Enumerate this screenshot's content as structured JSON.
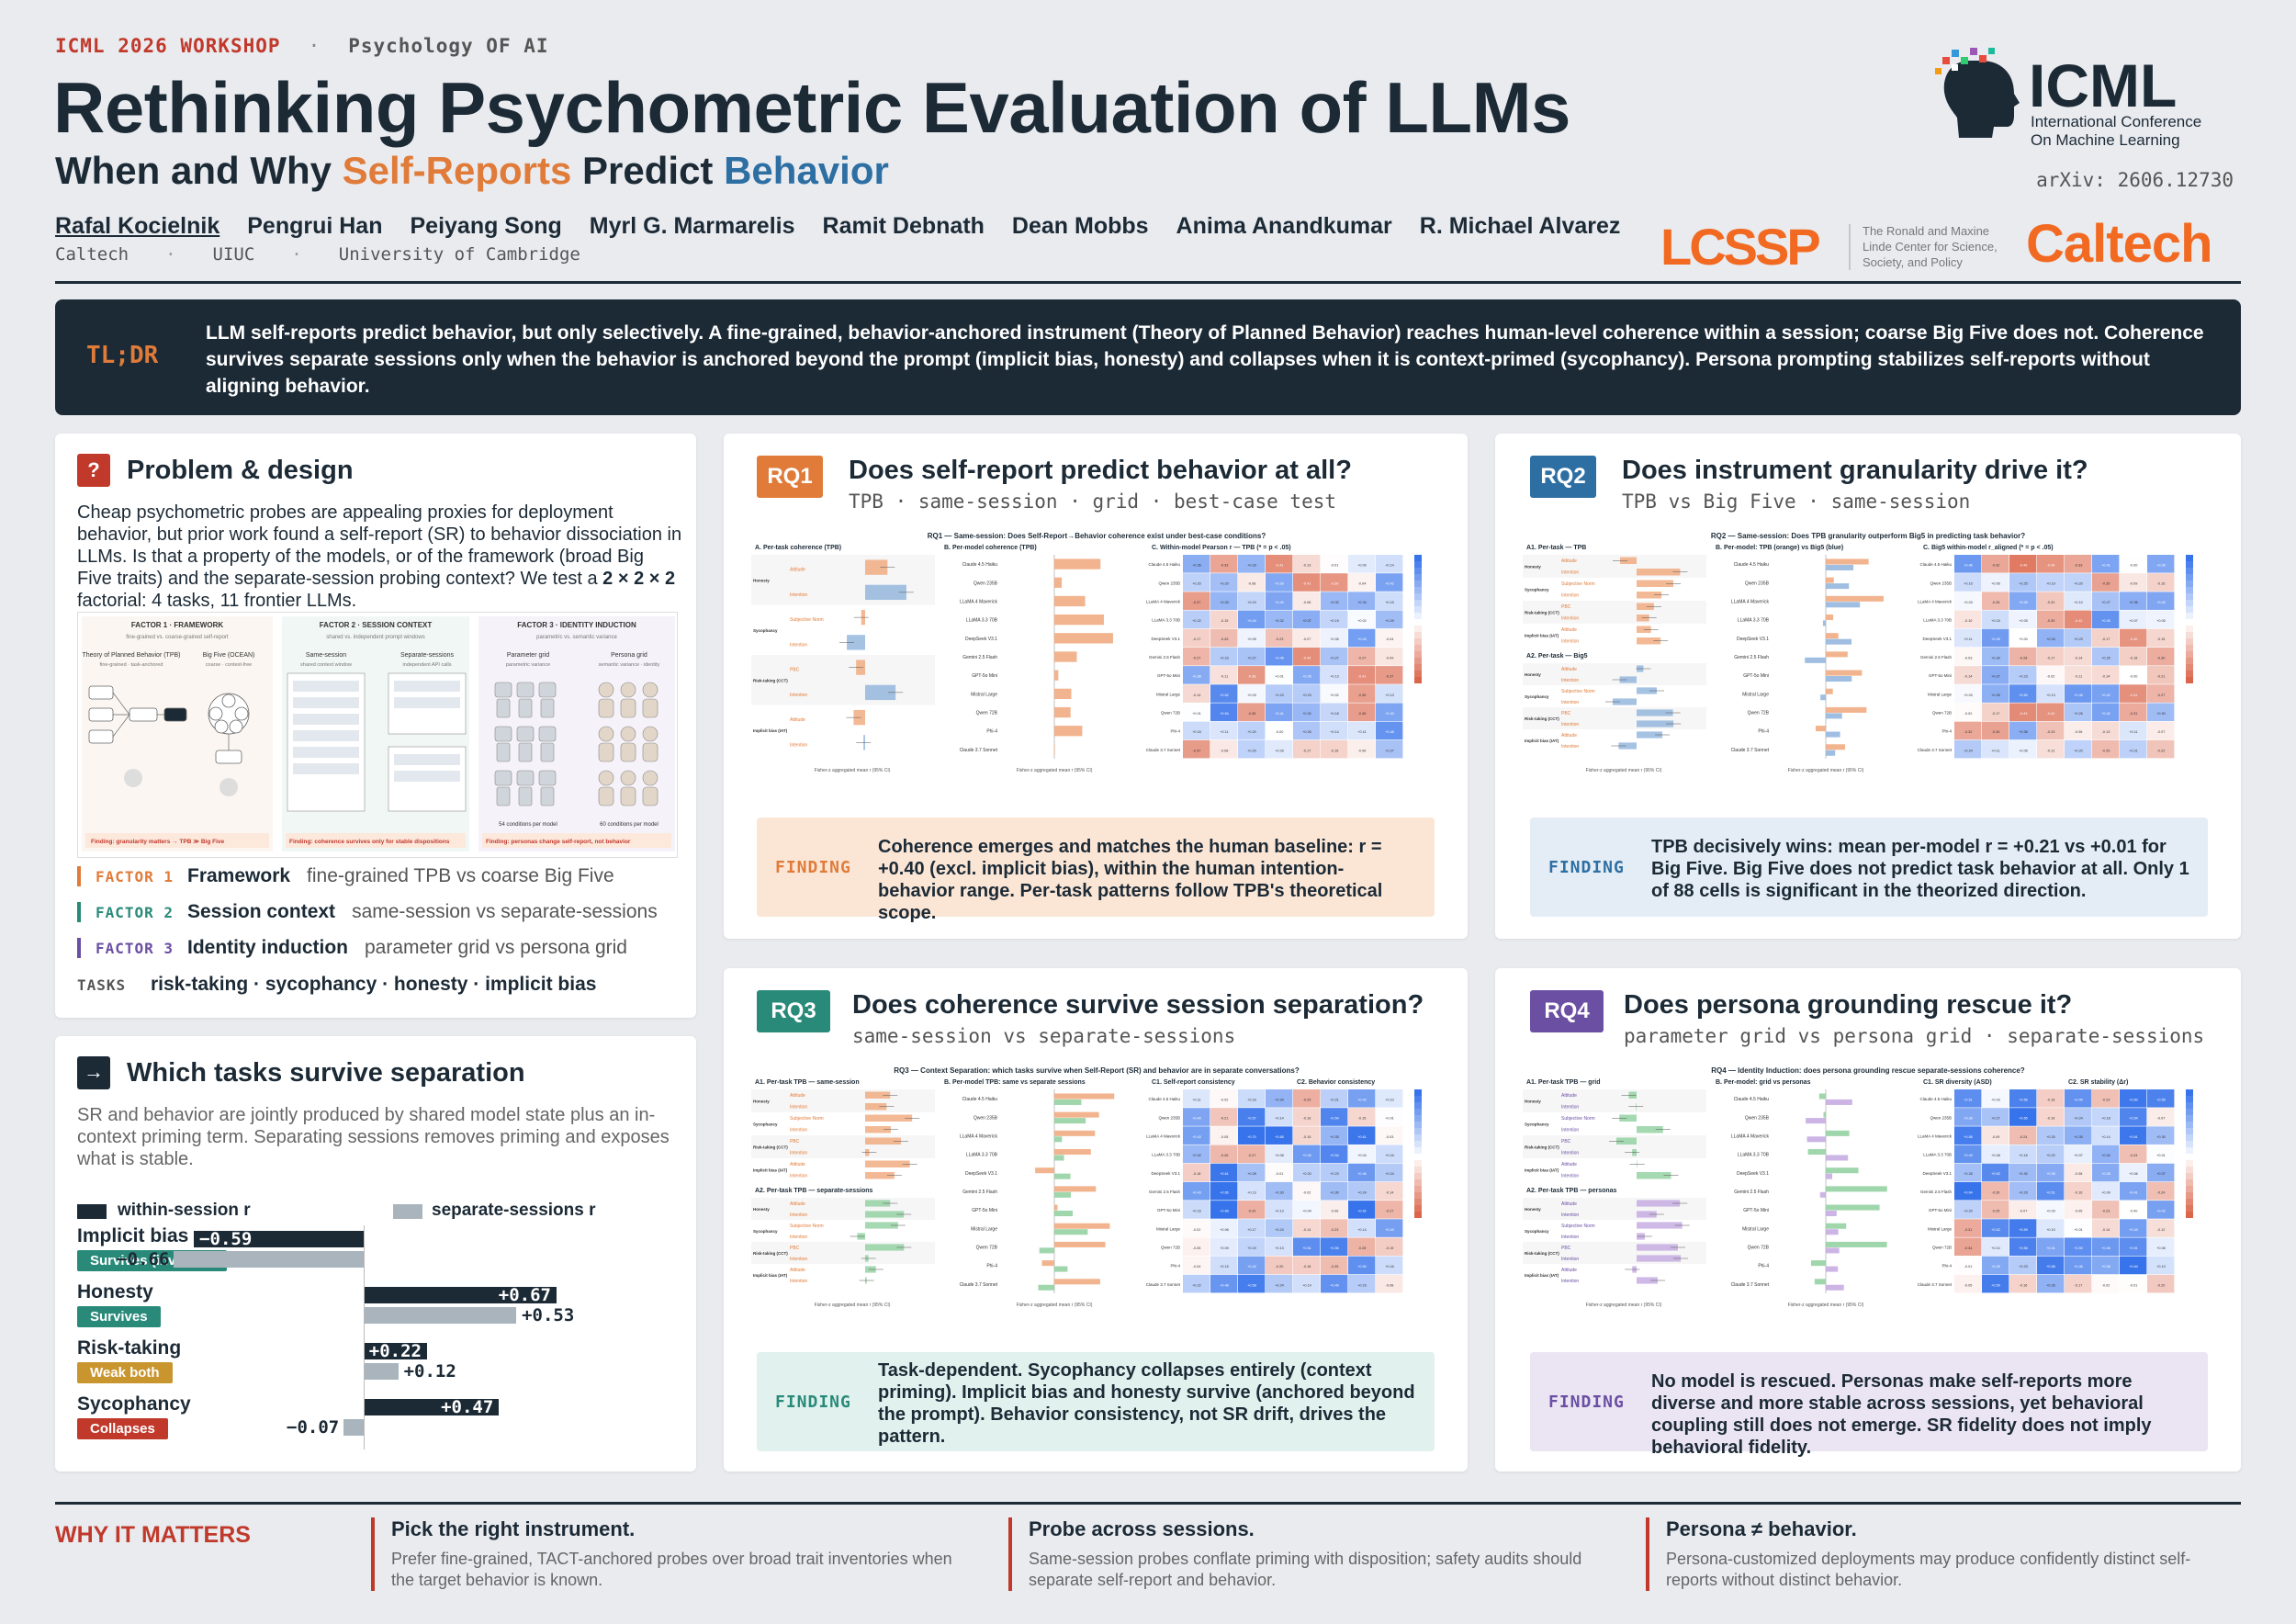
{
  "header": {
    "venue": "ICML 2026 WORKSHOP",
    "venue_sep": "·",
    "workshop": "Psychology OF AI",
    "title": "Rethinking Psychometric Evaluation of LLMs",
    "subtitle_pre": "When and Why ",
    "subtitle_sr": "Self-Reports",
    "subtitle_mid": " Predict ",
    "subtitle_beh": "Behavior",
    "authors": [
      "Rafal Kocielnik",
      "Pengrui Han",
      "Peiyang Song",
      "Myrl G. Marmarelis",
      "Ramit Debnath",
      "Dean Mobbs",
      "Anima Anandkumar",
      "R. Michael Alvarez"
    ],
    "affiliations": [
      "Caltech",
      "UIUC",
      "University of Cambridge"
    ],
    "affil_sep": "·",
    "arxiv": "arXiv: 2606.12730",
    "icml_logo_text": "ICML",
    "icml_logo_sub1": "International Conference",
    "icml_logo_sub2": "On Machine Learning",
    "lcssp_logo_text": "LCSSP",
    "lcssp_sub1": "The Ronald and Maxine",
    "lcssp_sub2": "Linde Center for Science,",
    "lcssp_sub3": "Society, and Policy",
    "caltech_logo_text": "Caltech"
  },
  "tldr": {
    "label": "TL;DR",
    "text": "LLM self-reports predict behavior, but only selectively. A fine-grained, behavior-anchored instrument (Theory of Planned Behavior) reaches human-level coherence within a session; coarse Big Five does not. Coherence survives separate sessions only when the behavior is anchored beyond the prompt (implicit bias, honesty) and collapses when it is context-primed (sycophancy). Persona prompting stabilizes self-reports without aligning behavior."
  },
  "problem": {
    "badge": "?",
    "title": "Problem & design",
    "body_1": "Cheap psychometric probes are appealing proxies for deployment behavior, but prior work found a self-report (SR) to behavior dissociation in LLMs. Is that a property of the models, or of the framework (broad Big Five traits) and the separate-session probing context? We test a ",
    "body_bold": "2 × 2 × 2",
    "body_2": " factorial: 4 tasks, 11 frontier LLMs.",
    "figure": {
      "f1_title": "FACTOR 1 · FRAMEWORK",
      "f1_sub": "fine-grained vs. coarse-grained self-report",
      "f1_a": "Theory of Planned Behavior (TPB)",
      "f1_a_sub": "fine-grained · task-anchored",
      "f1_b": "Big Five (OCEAN)",
      "f1_b_sub": "coarse · context-free",
      "f2_title": "FACTOR 2 · SESSION CONTEXT",
      "f2_sub": "shared vs. independent prompt windows",
      "f2_a": "Same-session",
      "f2_a_sub": "shared context window",
      "f2_b": "Separate-sessions",
      "f2_b_sub": "independent API calls",
      "f3_title": "FACTOR 3 · IDENTITY INDUCTION",
      "f3_sub": "parametric vs. semantic variance",
      "f3_a": "Parameter grid",
      "f3_a_sub": "parametric variance",
      "f3_b": "Persona grid",
      "f3_b_sub": "semantic variance · identity",
      "f1_finding": "Finding: granularity matters → TPB ≫ Big Five",
      "f2_finding": "Finding: coherence survives only for stable dispositions",
      "f3_finding": "Finding: personas change self-report, not behavior",
      "n_a": "54 conditions per model",
      "n_b": "60 conditions per model"
    },
    "factors": [
      {
        "key": "FACTOR 1",
        "name": "Framework",
        "desc": "fine-grained TPB vs coarse Big Five",
        "color": "#e07b39"
      },
      {
        "key": "FACTOR 2",
        "name": "Session context",
        "desc": "same-session vs separate-sessions",
        "color": "#2a8a7a"
      },
      {
        "key": "FACTOR 3",
        "name": "Identity induction",
        "desc": "parameter grid vs persona grid",
        "color": "#6b4fa3"
      }
    ],
    "tasks_label": "TASKS",
    "tasks": "risk-taking · sycophancy · honesty · implicit bias"
  },
  "survive": {
    "badge": "→",
    "title": "Which tasks survive separation",
    "body": "SR and behavior are jointly produced by shared model state plus an in-context priming term. Separating sessions removes priming and exposes what is stable.",
    "legend_within": "within-session r",
    "legend_separate": "separate-sessions r",
    "chart_data": {
      "type": "bar",
      "categories": [
        "Implicit bias",
        "Honesty",
        "Risk-taking",
        "Sycophancy"
      ],
      "series": [
        {
          "name": "within-session r",
          "values": [
            -0.59,
            0.67,
            0.22,
            0.47
          ],
          "color": "#1c2a36"
        },
        {
          "name": "separate-sessions r",
          "values": [
            -0.66,
            0.53,
            0.12,
            -0.07
          ],
          "color": "#a9b4bc"
        }
      ],
      "value_labels": [
        [
          "−0.59",
          "−0.66"
        ],
        [
          "+0.67",
          "+0.53"
        ],
        [
          "+0.22",
          "+0.12"
        ],
        [
          "+0.47",
          "−0.07"
        ]
      ],
      "badges": [
        {
          "text": "Survives (inverted)",
          "color": "#2a8a7a"
        },
        {
          "text": "Survives",
          "color": "#2a8a7a"
        },
        {
          "text": "Weak both",
          "color": "#c9952f"
        },
        {
          "text": "Collapses",
          "color": "#c0392b"
        }
      ],
      "xlim": [
        -0.7,
        0.7
      ]
    }
  },
  "rq1": {
    "badge": "RQ1",
    "title": "Does self-report predict behavior at all?",
    "sub": "TPB · same-session · grid · best-case test",
    "fig_title": "RQ1 — Same-session: Does Self-Report→Behavior coherence exist under best-case conditions?",
    "panel_a": "A. Per-task coherence (TPB)",
    "panel_b": "B. Per-model coherence (TPB)",
    "panel_c": "C. Within-model Pearson r — TPB  (* = p < .05)",
    "finding_label": "FINDING",
    "finding": "Coherence emerges and matches the human baseline: r = +0.40 (excl. implicit bias), within the human intention-behavior range. Per-task patterns follow TPB's theoretical scope."
  },
  "rq2": {
    "badge": "RQ2",
    "title": "Does instrument granularity drive it?",
    "sub": "TPB vs Big Five · same-session",
    "fig_title": "RQ2 — Same-session: Does TPB granularity outperform Big5 in predicting task behavior?",
    "panel_a1": "A1. Per-task — TPB",
    "panel_a2": "A2. Per-task — Big5",
    "panel_b": "B. Per-model: TPB (orange) vs Big5 (blue)",
    "panel_c": "C. Big5 within-model r_aligned  (* = p < .05)",
    "finding_label": "FINDING",
    "finding": "TPB decisively wins: mean per-model r = +0.21 vs +0.01 for Big Five. Big Five does not predict task behavior at all. Only 1 of 88 cells is significant in the theorized direction."
  },
  "rq3": {
    "badge": "RQ3",
    "title": "Does coherence survive session separation?",
    "sub": "same-session vs separate-sessions",
    "fig_title": "RQ3 — Context Separation: which tasks survive when Self-Report (SR) and behavior are in separate conversations?",
    "panel_a1": "A1. Per-task TPB — same-session",
    "panel_a2": "A2. Per-task TPB — separate-sessions",
    "panel_b": "B. Per-model TPB: same vs separate sessions",
    "panel_c1": "C1. Self-report consistency",
    "panel_c2": "C2. Behavior consistency",
    "finding_label": "FINDING",
    "finding": "Task-dependent. Sycophancy collapses entirely (context priming). Implicit bias and honesty survive (anchored beyond the prompt). Behavior consistency, not SR drift, drives the pattern."
  },
  "rq4": {
    "badge": "RQ4",
    "title": "Does persona grounding rescue it?",
    "sub": "parameter grid vs persona grid · separate-sessions",
    "fig_title": "RQ4 — Identity Induction: does persona grounding rescue separate-sessions coherence?",
    "panel_a1": "A1. Per-task TPB — grid",
    "panel_a2": "A2. Per-task TPB — personas",
    "panel_b": "B. Per-model: grid vs personas",
    "panel_c1": "C1. SR diversity (ASD)",
    "panel_c2": "C2. SR stability (Δr)",
    "finding_label": "FINDING",
    "finding": "No model is rescued. Personas make self-reports more diverse and more stable across sessions, yet behavioral coupling still does not emerge. SR fidelity does not imply behavioral fidelity."
  },
  "figure_common": {
    "models": [
      "Claude 4.5 Haiku",
      "Qwen 235B",
      "LLaMA 4 Maverick",
      "LLaMA 3.3 70B",
      "DeepSeek V3.1",
      "Gemini 2.5 Flash",
      "GPT-5o Mini",
      "Mistral Large",
      "Qwen 72B",
      "Phi-4",
      "Claude 3.7 Sonnet"
    ],
    "tasks_short": [
      "Honesty",
      "Sycophancy",
      "Risk-taking (CCT)",
      "Implicit bias (IAT)"
    ],
    "constructs": [
      "Attitude",
      "Intention",
      "Subjective Norm",
      "Intention",
      "PBC",
      "Intention",
      "Attitude",
      "Intention"
    ],
    "xaxis_task": "Fisher-z aggregated mean r (95% CI)",
    "xaxis_model": "Fisher-z aggregated mean r (95% CI)"
  },
  "footer": {
    "why": "WHY IT MATTERS",
    "cols": [
      {
        "h": "Pick the right instrument.",
        "t": "Prefer fine-grained, TACT-anchored probes over broad trait inventories when the target behavior is known."
      },
      {
        "h": "Probe across sessions.",
        "t": "Same-session probes conflate priming with disposition; safety audits should separate self-report and behavior."
      },
      {
        "h": "Persona ≠ behavior.",
        "t": "Persona-customized deployments may produce confidently distinct self-reports without distinct behavior."
      }
    ]
  }
}
